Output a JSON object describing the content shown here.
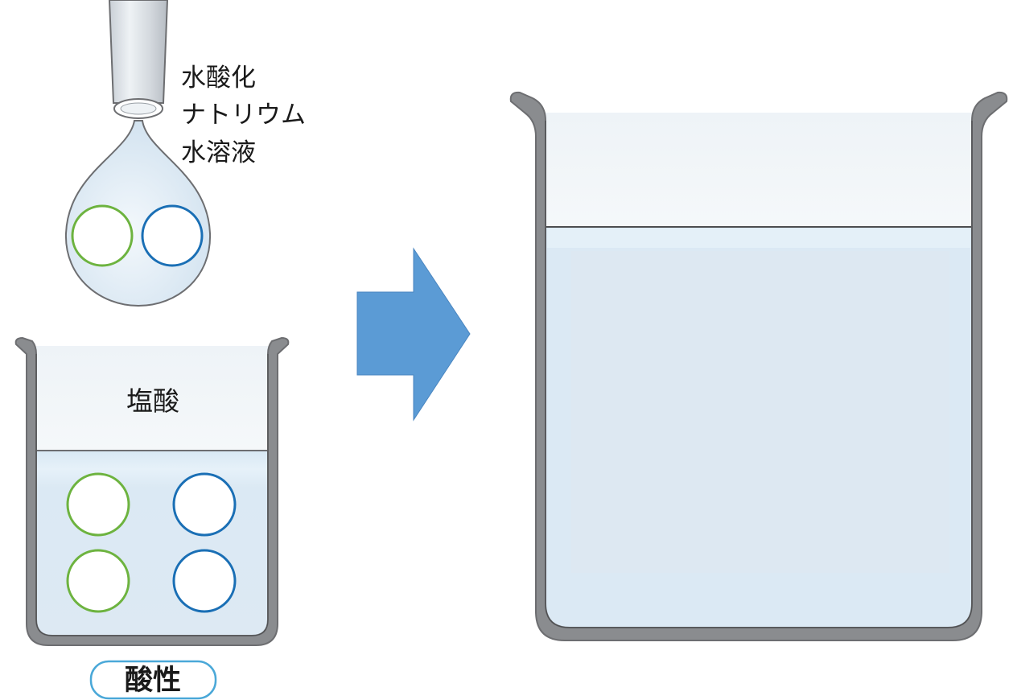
{
  "dropper_label": [
    "水酸化",
    "ナトリウム",
    "水溶液"
  ],
  "small_beaker_label": "塩酸",
  "result_badge": "酸性",
  "colors": {
    "green_particle": "#6db33f",
    "blue_particle": "#1a6fb5",
    "arrow": "#5b9bd5",
    "glass_outline": "#6d6e71",
    "liquid": "#dbe9f4",
    "badge_border": "#4aa8d8"
  }
}
